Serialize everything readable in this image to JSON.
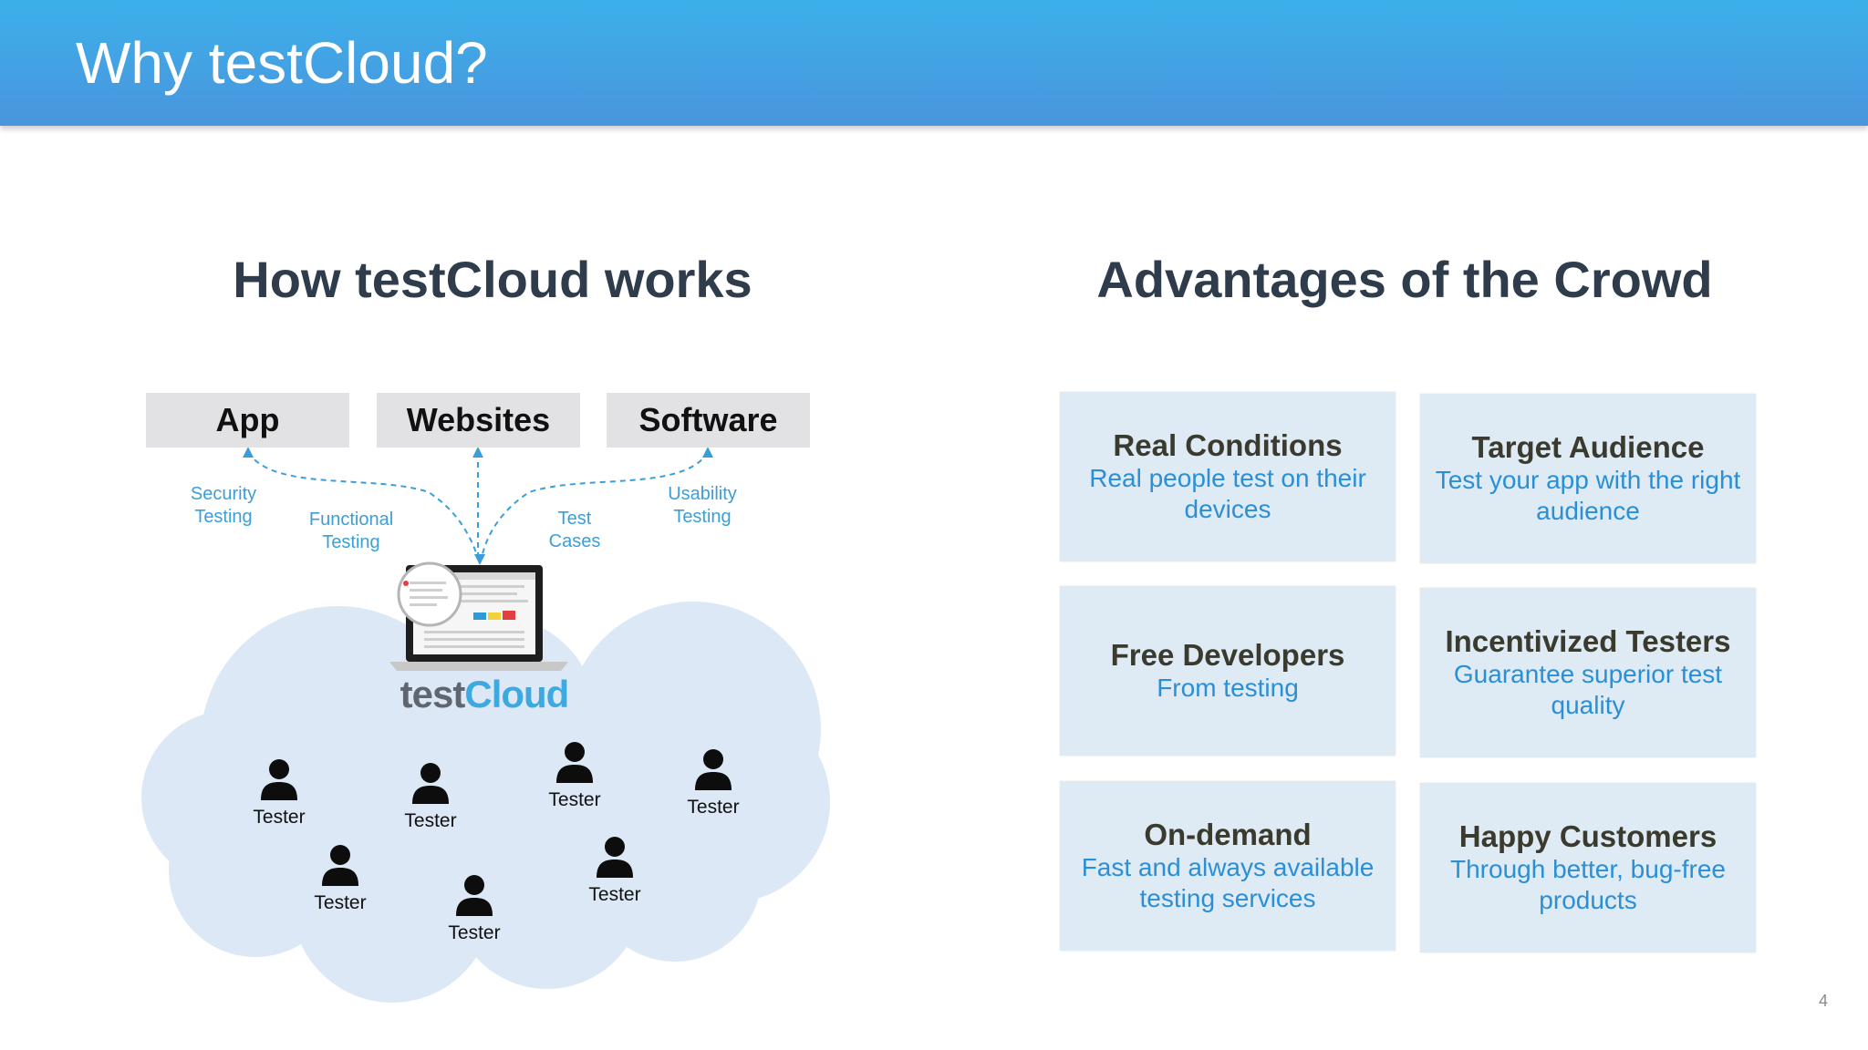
{
  "slide": {
    "title": "Why testCloud?",
    "page_number": "4"
  },
  "left": {
    "heading": "How testCloud works",
    "sources": [
      "App",
      "Websites",
      "Software"
    ],
    "flow_labels": {
      "security": "Security\nTesting",
      "functional": "Functional\nTesting",
      "test_cases": "Test\nCases",
      "usability": "Usability\nTesting"
    },
    "brand_part1": "test",
    "brand_part2": "Cloud",
    "tester_label": "Tester",
    "colors": {
      "cloud": "#dce8f5",
      "arrow": "#3a9fd8"
    }
  },
  "right": {
    "heading": "Advantages of the Crowd",
    "cards": [
      {
        "title": "Real Conditions",
        "desc": "Real people test on their devices"
      },
      {
        "title": "Target Audience",
        "desc": "Test your app with the right audience"
      },
      {
        "title": "Free Developers",
        "desc": "From testing"
      },
      {
        "title": "Incentivized Testers",
        "desc": "Guarantee superior test quality"
      },
      {
        "title": "On-demand",
        "desc": "Fast and always available testing services"
      },
      {
        "title": "Happy Customers",
        "desc": "Through better, bug-free products"
      }
    ]
  }
}
